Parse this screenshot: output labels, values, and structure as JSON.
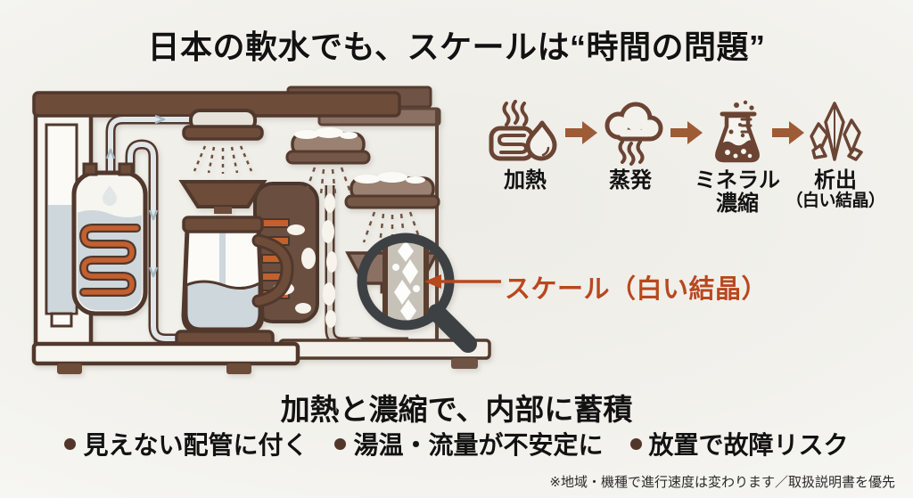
{
  "title": "日本の軟水でも、スケールは“時間の問題”",
  "illustration": {
    "name": "coffee-maker-cutaway",
    "description_elements": [
      "water-tank",
      "boiler-with-heating-coil",
      "pipes-with-flow",
      "shower-head",
      "carafe",
      "scaled-machine-with-deposits",
      "magnifier-showing-scale"
    ]
  },
  "process_flow": {
    "steps": [
      {
        "icon": "heating-element-icon",
        "label": "加熱",
        "label2": ""
      },
      {
        "icon": "steam-cloud-icon",
        "label": "蒸発",
        "label2": ""
      },
      {
        "icon": "beaker-icon",
        "label": "ミネラル",
        "label2": "濃縮"
      },
      {
        "icon": "crystal-icon",
        "label": "析出",
        "label2": "（白い結晶）"
      }
    ],
    "arrow_color": "#9d5b36"
  },
  "scale_callout": {
    "label": "スケール（白い結晶）",
    "color": "#b8481e"
  },
  "summary": {
    "heading": "加熱と濃縮で、内部に蓄積",
    "bullets": [
      "見えない配管に付く",
      "湯温・流量が不安定に",
      "放置で故障リスク"
    ]
  },
  "footnote": "※地域・機種で進行速度は変わります／取扱説明書を優先",
  "colors": {
    "background": "#f2f1ec",
    "text": "#121212",
    "machine_brown": "#6d4c3a",
    "muted_brown": "#8a7164",
    "coil_orange": "#c4602f",
    "water_blue": "#cdd7dc",
    "scale_white": "#ffffff",
    "magnifier_gray": "#3e4144",
    "accent_rust": "#b8481e"
  }
}
